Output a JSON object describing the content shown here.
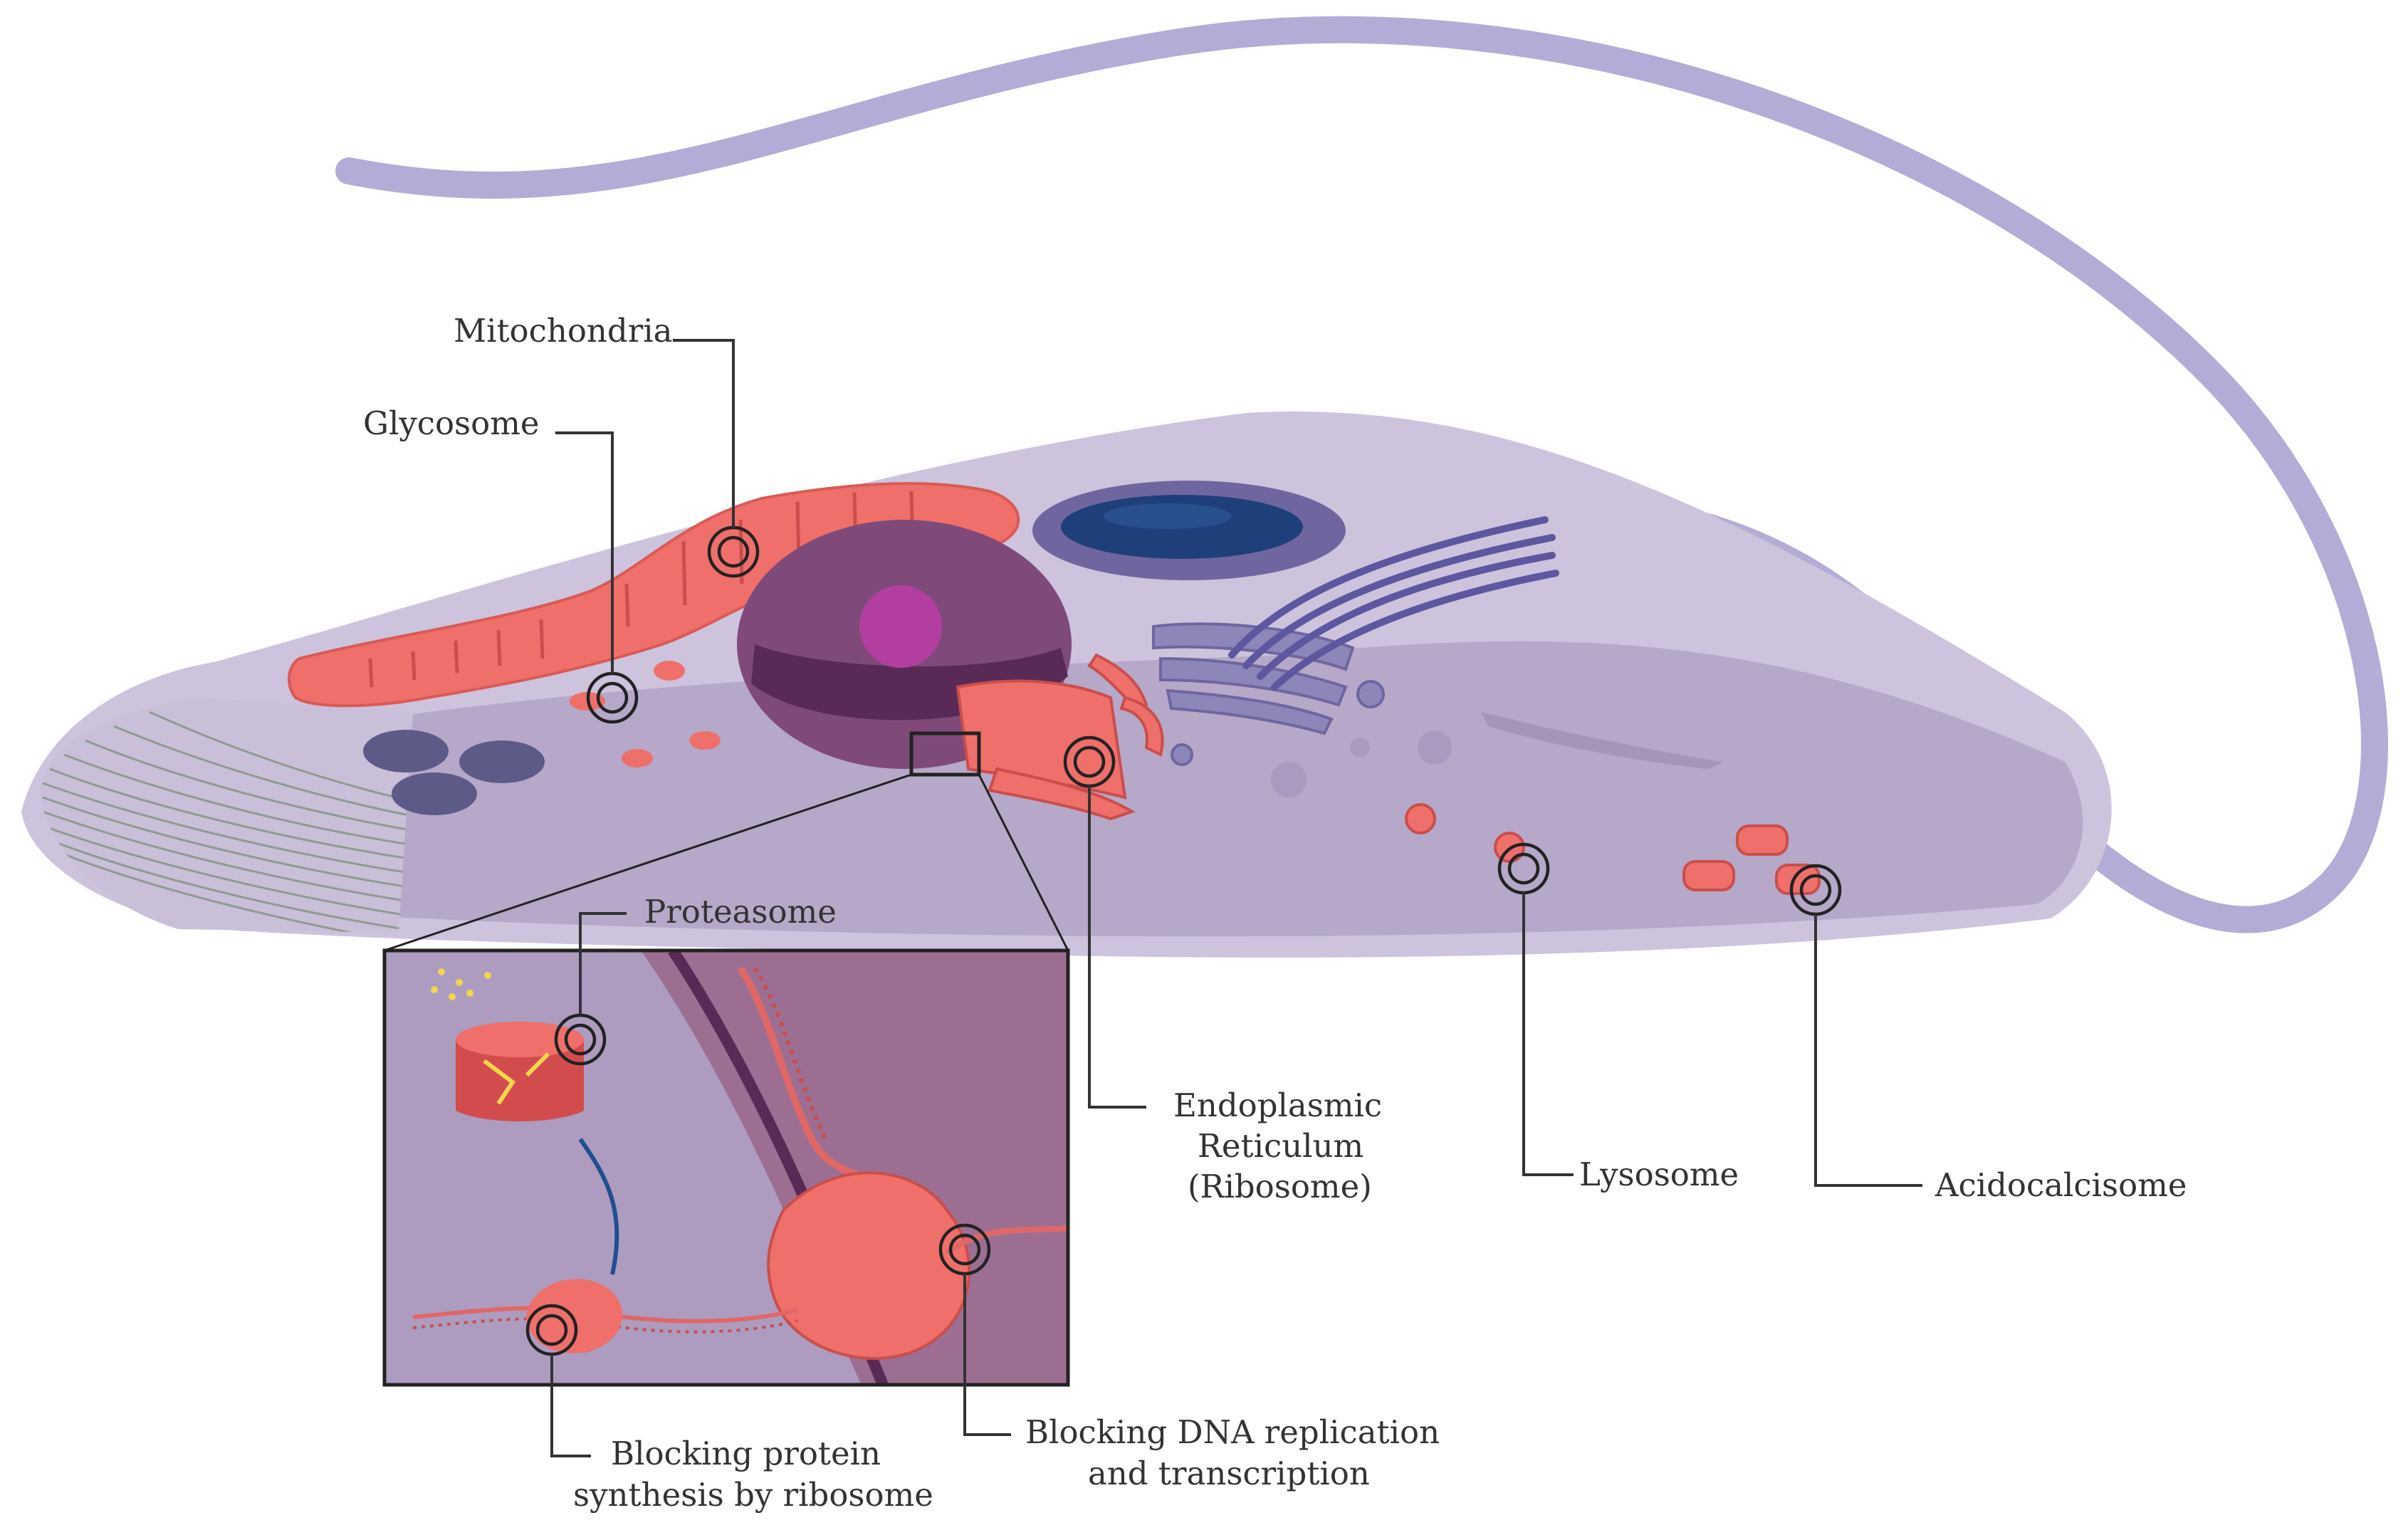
{
  "labels": {
    "mitochondria": "Mitochondria",
    "glycosome": "Glycosome",
    "proteasome": "Proteasome",
    "er_line1": "Endoplasmic",
    "er_line2": "Reticulum",
    "er_line3": "(Ribosome)",
    "lysosome": "Lysosome",
    "acidocalcisome": "Acidocalcisome",
    "ribosome_block_line1": "Blocking protein",
    "ribosome_block_line2": "synthesis by ribosome",
    "dna_block_line1": "Blocking DNA replication",
    "dna_block_line2": "and transcription"
  },
  "colors": {
    "flagellum": "#b3acd6",
    "cell_body": "#cdc3dd",
    "cytoplasm": "#b6a8c8",
    "mitochondria": "#ef6f6a",
    "nucleus": "#7f4a79",
    "nucleolus": "#b23fa0",
    "kinetoplast": "#1f3f7a",
    "golgi": "#8d86b8",
    "inset_bg": "#ad9cc0",
    "nuclear_area": "#9c6f92"
  }
}
